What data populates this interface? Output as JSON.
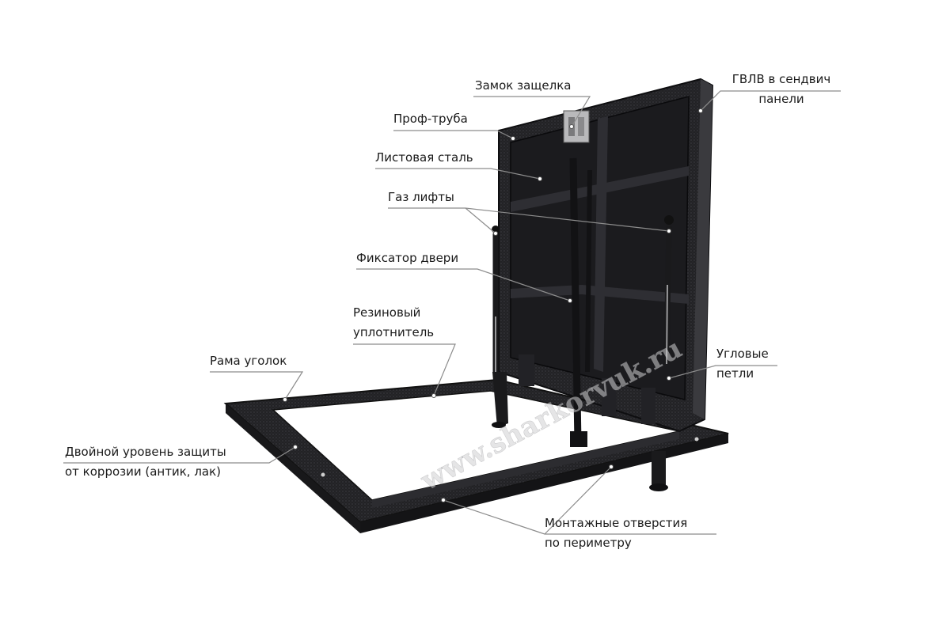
{
  "labels": {
    "zamok": "Замок защелка",
    "gvlv_1": "ГВЛВ в сендвич",
    "gvlv_2": "панели",
    "prof": "Проф-труба",
    "listovaya": "Листовая сталь",
    "gaz": "Газ лифты",
    "fiksator": "Фиксатор двери",
    "rezina_1": "Резиновый",
    "rezina_2": "уплотнитель",
    "rama": "Рама уголок",
    "uglovye_1": "Угловые",
    "uglovye_2": "петли",
    "dvoinoy_1": "Двойной уровень защиты",
    "dvoinoy_2": "от коррозии (антик, лак)",
    "montazh_1": "Монтажные отверстия",
    "montazh_2": "по периметру"
  },
  "watermark": "www.sharkorvuk.ru",
  "colors": {
    "metal": "#1e1e20",
    "metal_light": "#3a3a3e",
    "leader": "#8c8c8c",
    "text": "#1a1a1a"
  }
}
